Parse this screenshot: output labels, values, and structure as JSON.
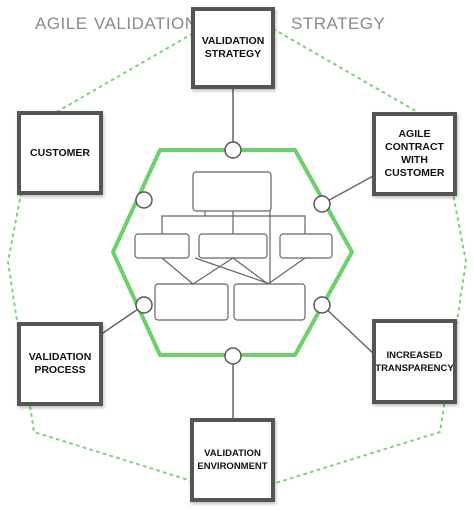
{
  "title": {
    "words": [
      "AGILE",
      "VALIDATION",
      "STRATEGY"
    ]
  },
  "nodes": {
    "validation_strategy": "VALIDATION\nSTRATEGY",
    "customer": "CUSTOMER",
    "agile_contract": "AGILE\nCONTRACT\nWITH\nCUSTOMER",
    "validation_process": "VALIDATION\nPROCESS",
    "increased_transparency": "INCREASED\nTRANSPARENCY",
    "validation_environment": "VALIDATION\nENVIRONMENT"
  },
  "colors": {
    "hexagon_outline": "#6cd16a",
    "outer_dotted_ring": "#7fd07d",
    "box_border": "#555555",
    "connector": "#666666"
  }
}
